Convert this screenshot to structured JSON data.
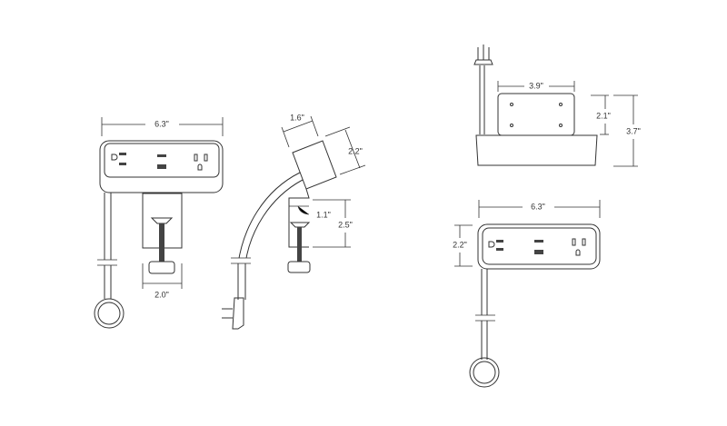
{
  "views": {
    "front_clamp": {
      "width_label": "6.3\"",
      "clamp_width_label": "2.0\""
    },
    "side_clamp": {
      "depth_label": "1.6\"",
      "height_label": "2.2\"",
      "lip_label": "1.1\"",
      "clamp_opening_label": "2.5\""
    },
    "rear_plate": {
      "plate_width_label": "3.9\"",
      "plate_height_label": "2.1\"",
      "total_height_label": "3.7\""
    },
    "front_grommet": {
      "width_label": "6.3\"",
      "height_label": "2.2\""
    }
  }
}
